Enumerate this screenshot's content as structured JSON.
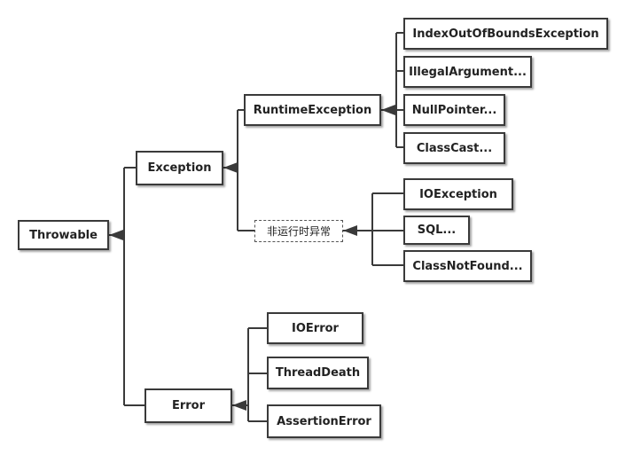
{
  "diagram": {
    "nodes": {
      "throwable": "Throwable",
      "exception": "Exception",
      "error": "Error",
      "runtime_exception": "RuntimeException",
      "non_runtime": "非运行时异常",
      "index_out_of_bounds": "IndexOutOfBoundsException",
      "illegal_argument": "IllegalArgument...",
      "null_pointer": "NullPointer...",
      "class_cast": "ClassCast...",
      "io_exception": "IOException",
      "sql": "SQL...",
      "class_not_found": "ClassNotFound...",
      "io_error": "IOError",
      "thread_death": "ThreadDeath",
      "assertion_error": "AssertionError"
    },
    "colors": {
      "line": "#3a3a3a",
      "box_border": "#3a3a3a",
      "text": "#222222",
      "background": "#ffffff"
    }
  }
}
